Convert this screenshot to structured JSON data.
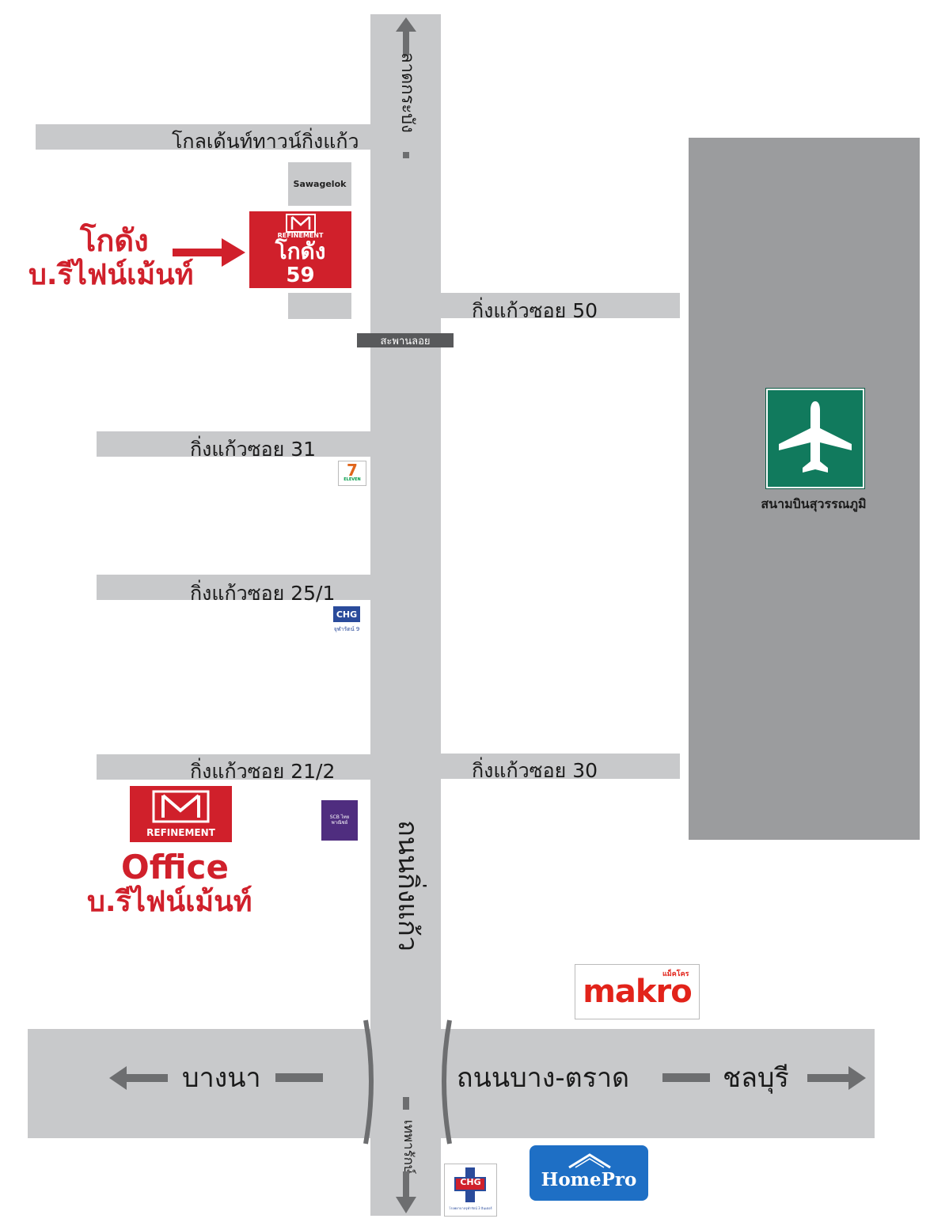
{
  "colors": {
    "road": "#c8c9cb",
    "airport_area": "#9b9c9e",
    "brand_red": "#d0202b",
    "airport_sign": "#117a5d",
    "arrow": "#6d6e70",
    "bridge": "#58595b",
    "makro_red": "#e2231a",
    "homepro_blue": "#1e6fc5",
    "scb_purple": "#4f2d7f"
  },
  "roads": {
    "main_north": "ลาดกระบัง",
    "main_south": "ถนนกิ่งแก้ว",
    "main_south_end": "เทพารักษ์",
    "bang_na": "บางนา",
    "bangna_trat": "ถนนบาง-ตราด",
    "chonburi": "ชลบุรี",
    "golden_town": "โกลเด้นท์ทาวน์กิ่งแก้ว",
    "soi_50": "กิ่งแก้วซอย 50",
    "soi_31": "กิ่งแก้วซอย 31",
    "soi_25_1": "กิ่งแก้วซอย 25/1",
    "soi_21_2": "กิ่งแก้วซอย 21/2",
    "soi_30": "กิ่งแก้วซอย 30"
  },
  "bridge_label": "สะพานลอย",
  "warehouse": {
    "label_line1": "โกดัง",
    "label_line2": "บ.รีไฟน์เม้นท์",
    "sign_brand": "REFINEMENT",
    "sign_line1": "โกดัง",
    "sign_line2": "59"
  },
  "office": {
    "brand": "REFINEMENT",
    "label_line1": "Office",
    "label_line2": "บ.รีไฟน์เม้นท์"
  },
  "landmarks": {
    "sawagelok": "Sawagelok",
    "airport": "สนามบินสุวรรณภูมิ",
    "seven_eleven": "7",
    "seven_eleven_sub": "ELEVEN",
    "chg": "CHG",
    "chg_sub": "จุฬารัตน์ 9",
    "scb": "SCB ไทยพาณิชย์",
    "makro": "makro",
    "makro_thai": "แม็คโคร",
    "homepro": "HomePro",
    "chg2": "CHG",
    "chg2_sub": "โรงพยาบาลจุฬารัตน์ 3 อินเตอร์"
  }
}
